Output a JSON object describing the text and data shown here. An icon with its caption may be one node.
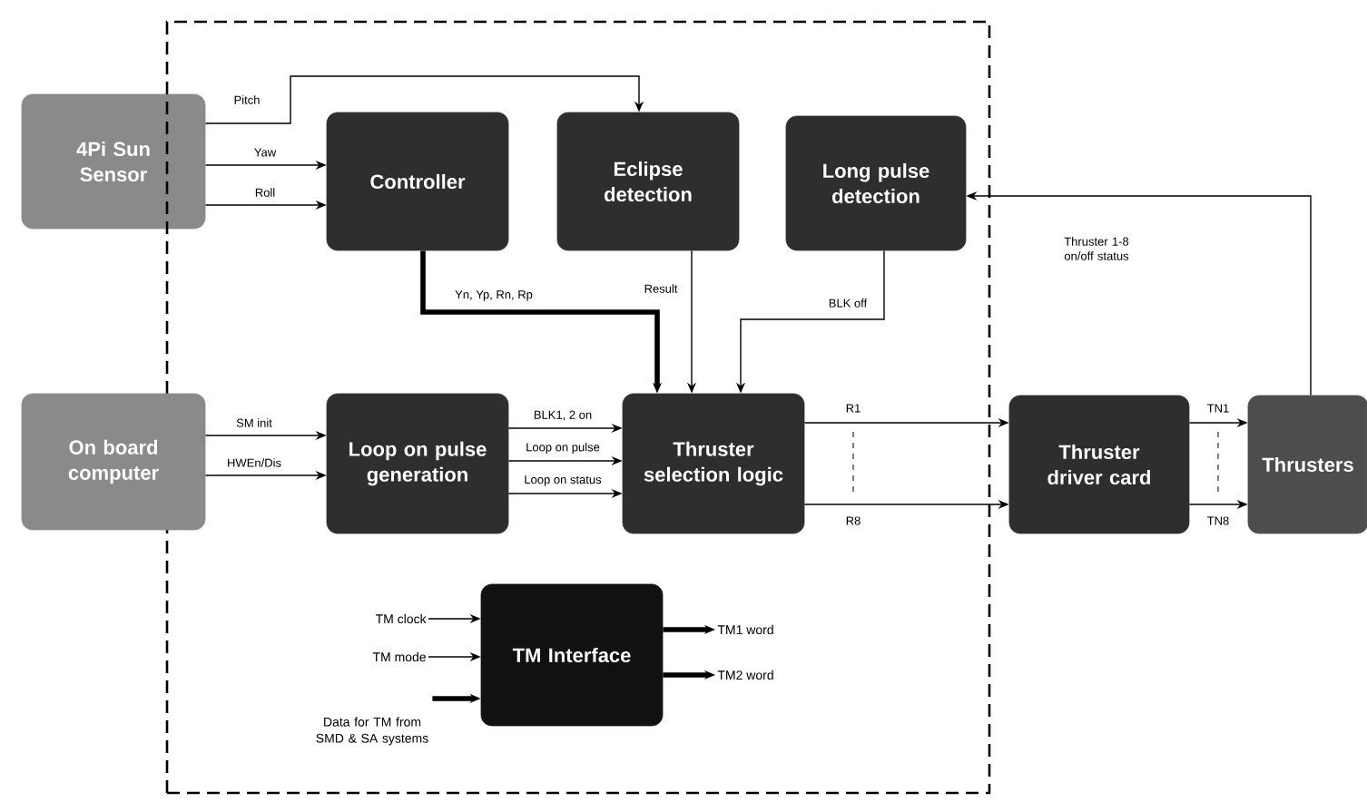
{
  "diagram": {
    "nodes": [
      {
        "text": [
          "4Pi Sun Sensor"
        ]
      },
      {
        "text": [],
        "shape": "box"
      },
      {
        "text": [
          "Controller"
        ],
        "in": 1
      },
      {
        "text": [
          "Eclipse detection"
        ],
        "in": 1
      },
      {
        "text": [
          "Long pulse detection"
        ],
        "in": 1
      },
      {
        "text": [
          "On board computer"
        ]
      },
      {
        "text": [
          "Loop on pulse generation"
        ],
        "in": 1
      },
      {
        "text": [
          "Thruster selection logic"
        ],
        "in": 1
      },
      {
        "text": [
          "Thruster driver card"
        ]
      },
      {
        "text": [
          "Thrusters"
        ]
      },
      {
        "text": [
          "TM clock"
        ],
        "in": 1
      },
      {
        "text": [
          "TM mode"
        ],
        "in": 1
      },
      {
        "text": [
          "Data for TM from SMD & SA systems"
        ],
        "in": 1
      },
      {
        "text": [
          "TM Interface"
        ],
        "in": 1
      },
      {
        "text": [
          "TM1 word"
        ],
        "in": 1
      },
      {
        "text": [
          "TM2 word"
        ],
        "in": 1
      }
    ],
    "edges": [
      {
        "from": 0,
        "to": 3,
        "arrow": "to",
        "label": "Pitch"
      },
      {
        "from": 0,
        "to": 2,
        "arrow": "to",
        "label": "Yaw"
      },
      {
        "from": 0,
        "to": 2,
        "arrow": "to",
        "label": "Roll"
      },
      {
        "from": 2,
        "to": 7,
        "arrow": "to",
        "label": "Yn, Yp, Rn, Rp",
        "style": "thick"
      },
      {
        "from": 3,
        "to": 7,
        "arrow": "to",
        "label": "Result"
      },
      {
        "from": 4,
        "to": 7,
        "arrow": "to",
        "label": "BLK off"
      },
      {
        "from": 9,
        "to": 4,
        "arrow": "to",
        "label": "Thruster 1-8 on/off status"
      },
      {
        "from": 5,
        "to": 6,
        "arrow": "to",
        "label": "SM init"
      },
      {
        "from": 5,
        "to": 6,
        "arrow": "to",
        "label": "HWEn/Dis"
      },
      {
        "from": 6,
        "to": 7,
        "arrow": "to",
        "label": "BLK1, 2 on"
      },
      {
        "from": 6,
        "to": 7,
        "arrow": "to",
        "label": "Loop on pulse"
      },
      {
        "from": 6,
        "to": 7,
        "arrow": "to",
        "label": "Loop on status"
      },
      {
        "from": 7,
        "to": 8,
        "arrow": "to",
        "label": "R1"
      },
      {
        "from": 7,
        "to": 8,
        "arrow": "to",
        "label": "R8"
      },
      {
        "from": 8,
        "to": 9,
        "arrow": "to",
        "label": "TN1"
      },
      {
        "from": 8,
        "to": 9,
        "arrow": "to",
        "label": "TN8"
      },
      {
        "from": 10,
        "to": 13,
        "arrow": "to"
      },
      {
        "from": 11,
        "to": 13,
        "arrow": "to"
      },
      {
        "from": 12,
        "to": 13,
        "arrow": "to",
        "style": "thick"
      },
      {
        "from": 13,
        "to": 14,
        "arrow": "to",
        "style": "thick"
      },
      {
        "from": 13,
        "to": 15,
        "arrow": "to",
        "style": "thick"
      }
    ]
  }
}
